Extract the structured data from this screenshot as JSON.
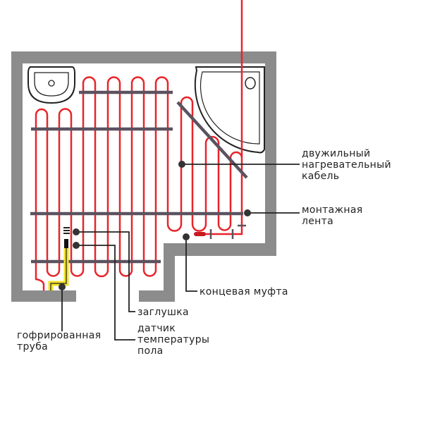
{
  "colors": {
    "wall": "#8c8c8c",
    "cable": "#e8242a",
    "tape": "#5b5260",
    "tube": "#f2e22a"
  },
  "labels": {
    "cable": [
      "двужильный",
      "нагревательный",
      "кабель"
    ],
    "tape": [
      "монтажная",
      "лента"
    ],
    "end_sleeve": "концевая муфта",
    "plug": "заглушка",
    "sensor": [
      "датчик",
      "температуры",
      "пола"
    ],
    "tube": [
      "гофрированная",
      "труба"
    ]
  }
}
